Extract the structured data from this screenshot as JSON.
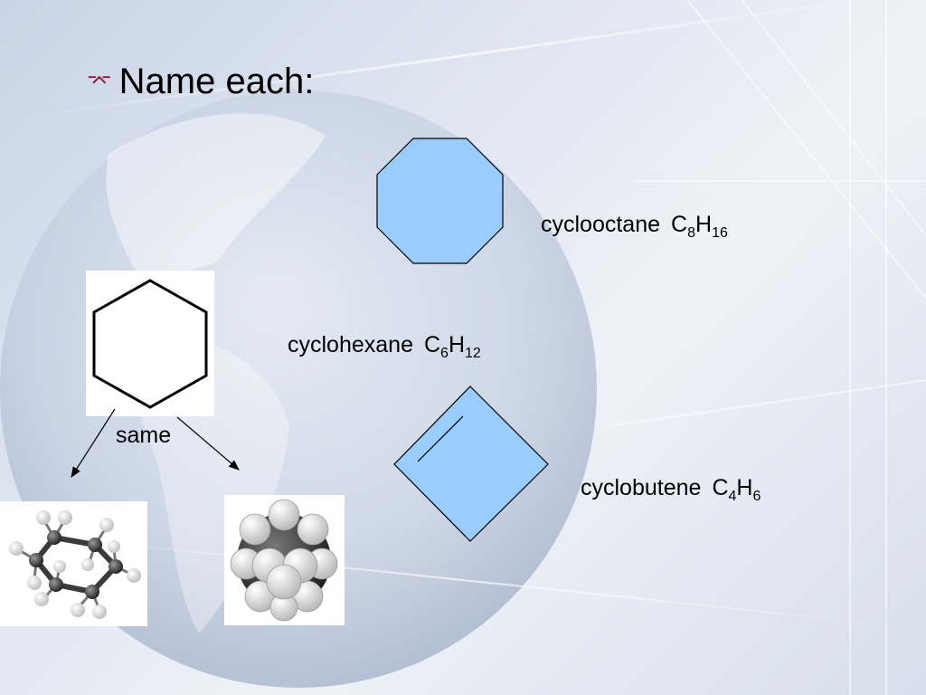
{
  "slide": {
    "bullet_icon": "four-point-star-bullet",
    "title": "Name each:",
    "molecules": {
      "cyclooctane": {
        "name": "cyclooctane",
        "formula": [
          {
            "text": "C",
            "sub": "8"
          },
          {
            "text": "H",
            "sub": "16"
          }
        ]
      },
      "cyclohexane": {
        "name": "cyclohexane",
        "formula": [
          {
            "text": "C",
            "sub": "6"
          },
          {
            "text": "H",
            "sub": "12"
          }
        ]
      },
      "cyclobutene": {
        "name": "cyclobutene",
        "formula": [
          {
            "text": "C",
            "sub": "4"
          },
          {
            "text": "H",
            "sub": "6"
          }
        ]
      }
    },
    "same_label": "same"
  },
  "colors": {
    "shape_fill": "#99ccff",
    "bullet": "#8b1a3a"
  }
}
